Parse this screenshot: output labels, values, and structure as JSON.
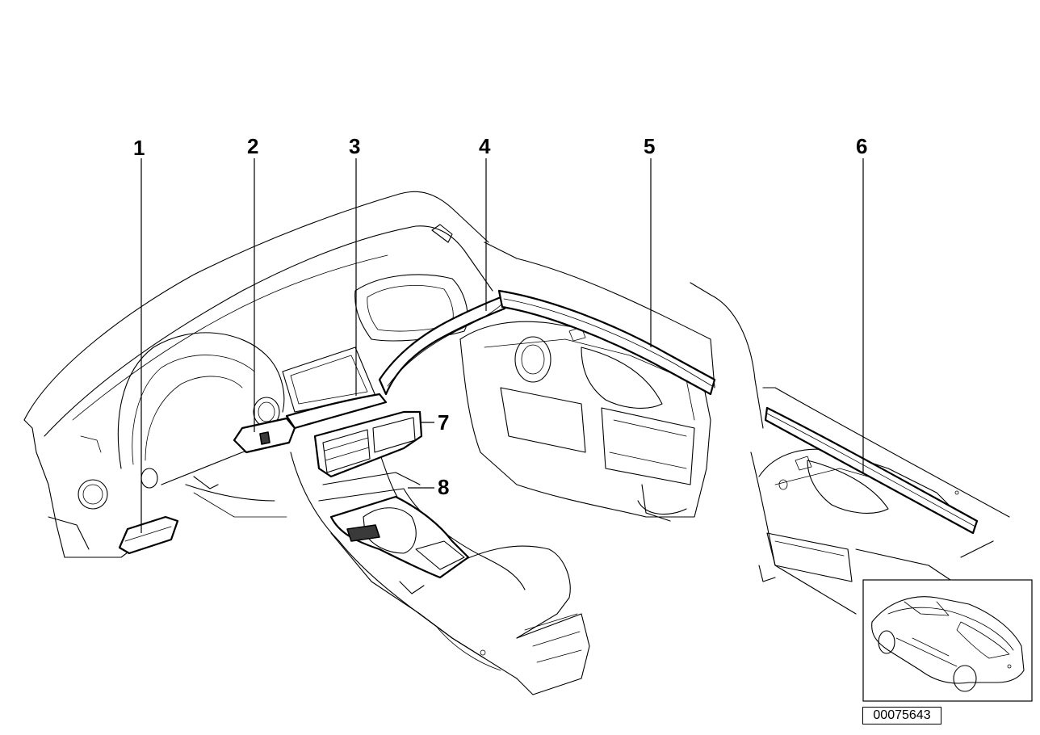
{
  "callouts": [
    {
      "id": "1",
      "label": "1"
    },
    {
      "id": "2",
      "label": "2"
    },
    {
      "id": "3",
      "label": "3"
    },
    {
      "id": "4",
      "label": "4"
    },
    {
      "id": "5",
      "label": "5"
    },
    {
      "id": "6",
      "label": "6"
    },
    {
      "id": "7",
      "label": "7"
    },
    {
      "id": "8",
      "label": "8"
    }
  ],
  "reference_number": "00075643",
  "inset": {
    "icon": "car-overview-icon"
  }
}
